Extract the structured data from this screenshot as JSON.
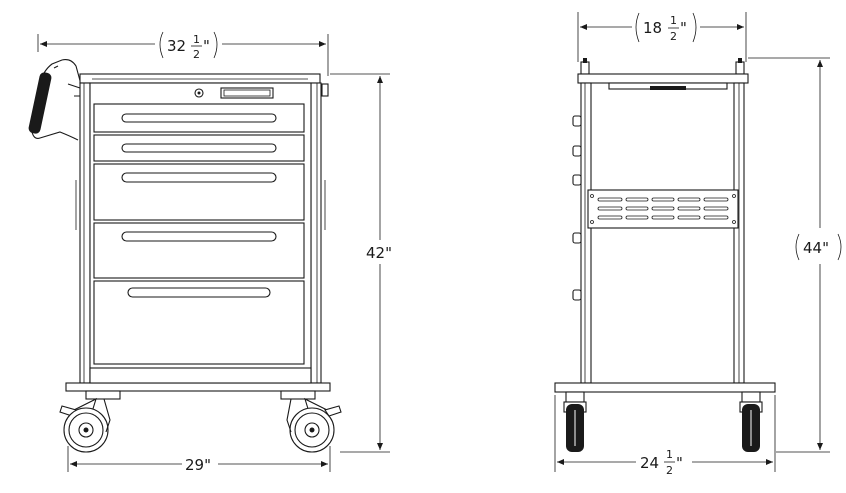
{
  "dimensions": {
    "top_width": {
      "whole": "32",
      "num": "1",
      "den": "2",
      "suffix": "\""
    },
    "bottom_width": {
      "text": "29\""
    },
    "front_height": {
      "text": "42\""
    },
    "side_depth": {
      "whole": "18",
      "num": "1",
      "den": "2",
      "suffix": "\""
    },
    "side_base_width": {
      "whole": "24",
      "num": "1",
      "den": "2",
      "suffix": "\""
    },
    "side_height": {
      "text": "44\""
    }
  }
}
